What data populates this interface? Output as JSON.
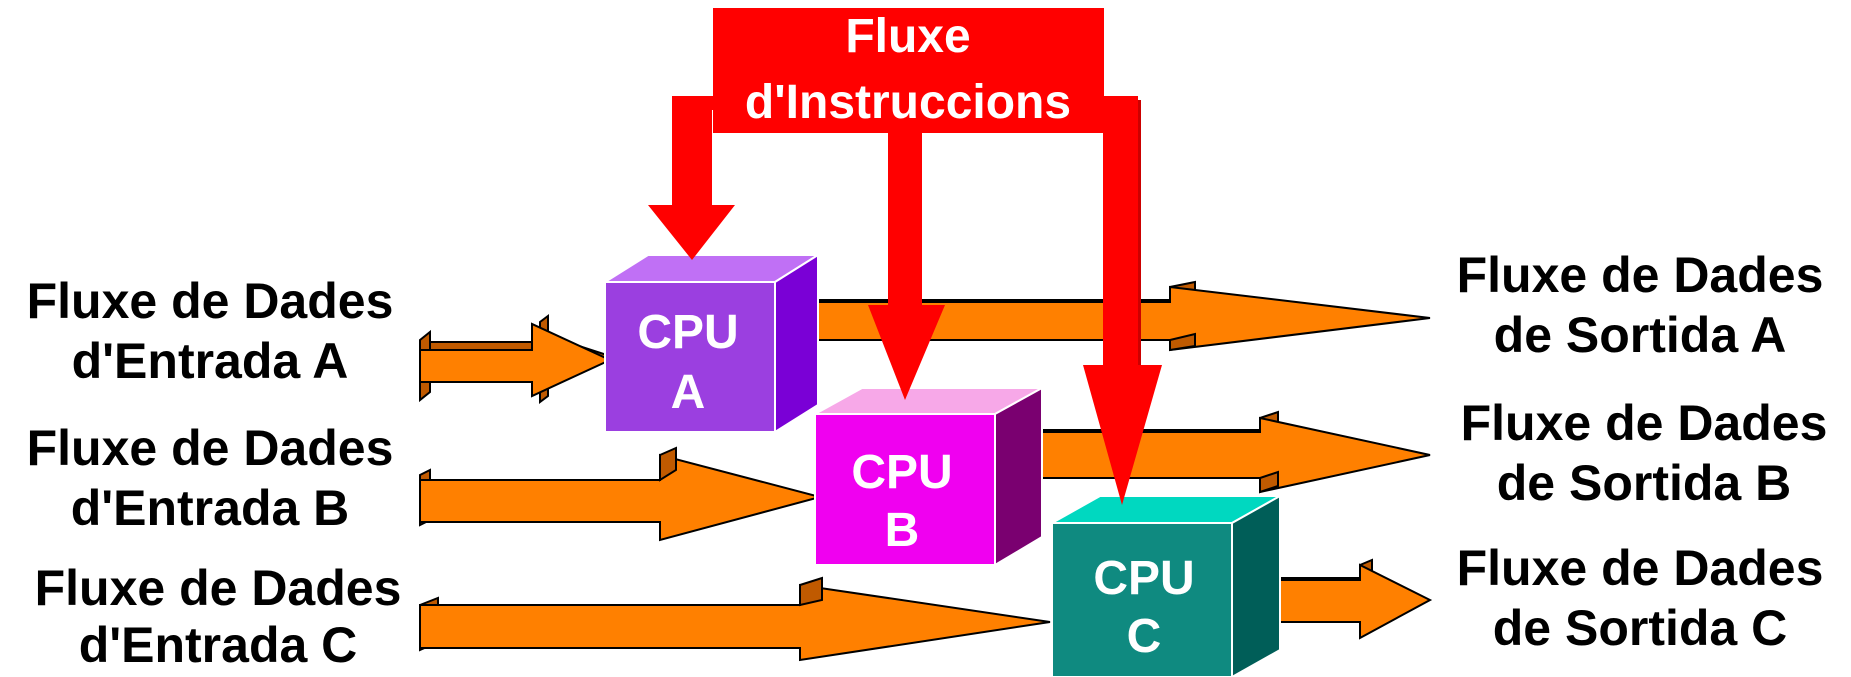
{
  "instruction_stream": {
    "line1": "Fluxe",
    "line2": "d'Instruccions"
  },
  "cpus": [
    {
      "name": "CPU",
      "letter": "A",
      "front": "#9b3fe0",
      "top": "#c070f5",
      "side": "#7a00d6"
    },
    {
      "name": "CPU",
      "letter": "B",
      "front": "#f000f0",
      "top": "#f7a8e8",
      "side": "#7a0070"
    },
    {
      "name": "CPU",
      "letter": "C",
      "front": "#0f8a80",
      "top": "#00d8c0",
      "side": "#005e58"
    }
  ],
  "inputs": [
    {
      "line1": "Fluxe de Dades",
      "line2": "d'Entrada A"
    },
    {
      "line1": "Fluxe de Dades",
      "line2": "d'Entrada B"
    },
    {
      "line1": "Fluxe de Dades",
      "line2": "d'Entrada C"
    }
  ],
  "outputs": [
    {
      "line1": "Fluxe de Dades",
      "line2": "de Sortida A"
    },
    {
      "line1": "Fluxe de Dades",
      "line2": "de Sortida B"
    },
    {
      "line1": "Fluxe de Dades",
      "line2": "de Sortida C"
    }
  ],
  "colors": {
    "instruction": "#ff0000",
    "data_arrow": "#ff8000",
    "data_arrow_edge": "#c05a00"
  }
}
